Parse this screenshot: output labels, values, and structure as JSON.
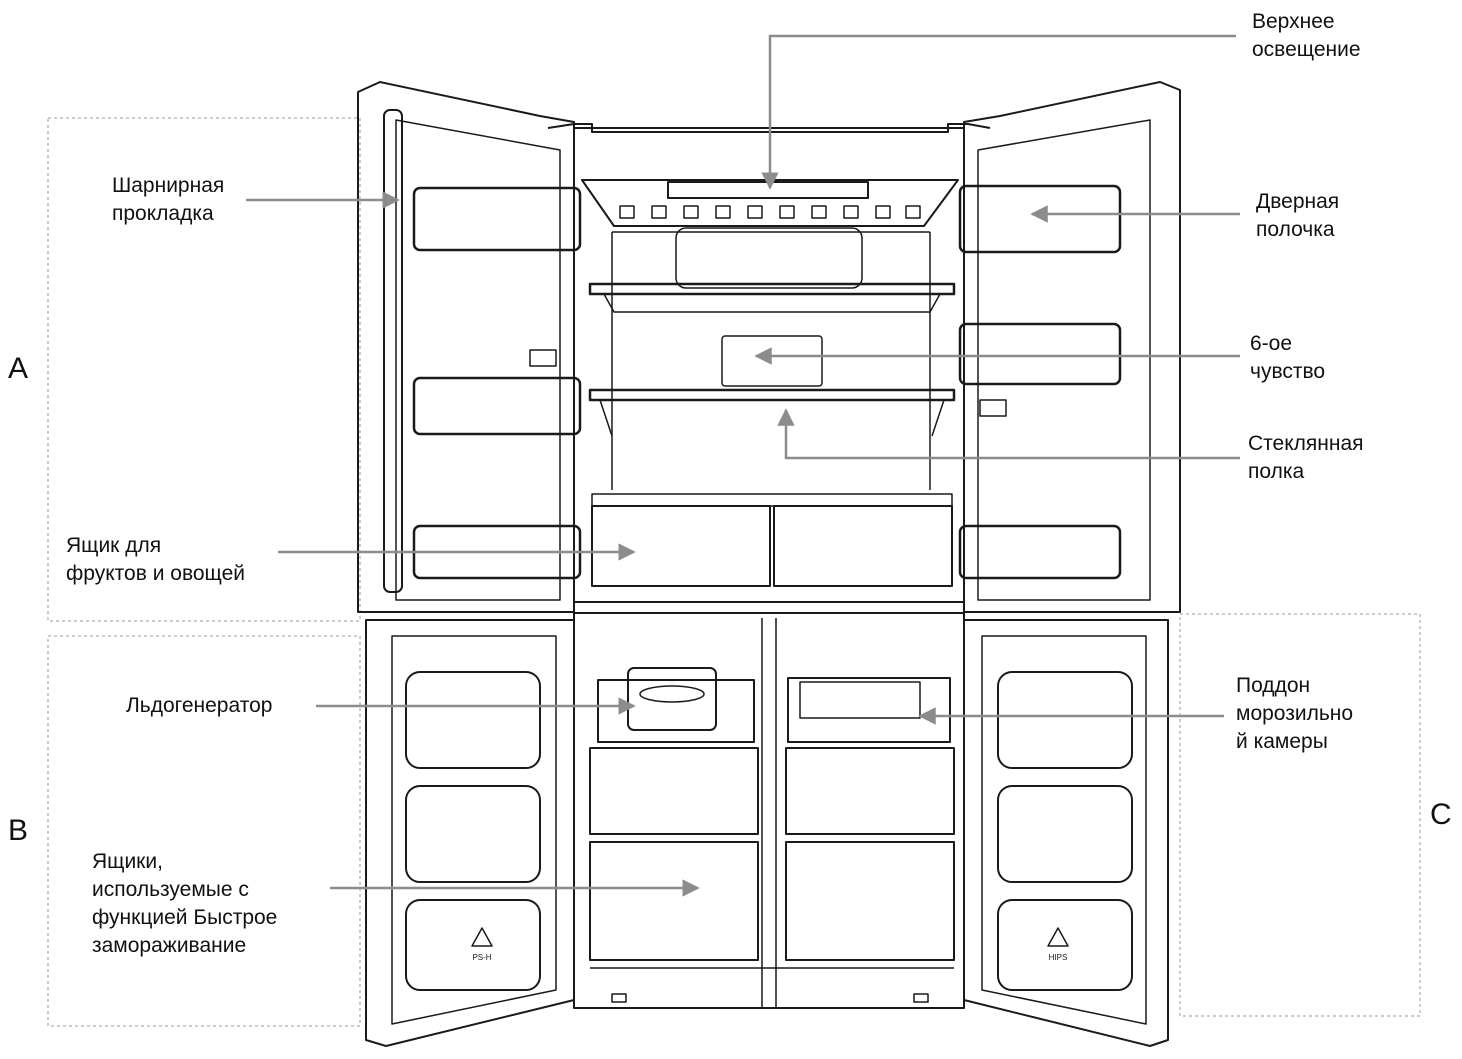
{
  "sections": {
    "a": "A",
    "b": "B",
    "c": "C"
  },
  "labels": {
    "top_light": "Верхнее\nосвещение",
    "hinge_gasket": "Шарнирная\nпрокладка",
    "door_shelf": "Дверная\nполочка",
    "sixth_sense": "6-ое\nчувство",
    "glass_shelf": "Стеклянная\nполка",
    "crisper": "Ящик для\nфруктов и овощей",
    "ice_maker": "Льдогенератор",
    "freezer_tray": "Поддон\nморозильно\nй камеры",
    "quick_freeze_drawers": "Ящики,\nиспользуемые с\nфункцией Быстрое\nзамораживание"
  },
  "door_marks": {
    "left": "PS-H",
    "right": "HIPS"
  },
  "colors": {
    "line": "#1a1a1a",
    "arrow": "#8c8c8c",
    "dotted": "#9a9a9a"
  }
}
